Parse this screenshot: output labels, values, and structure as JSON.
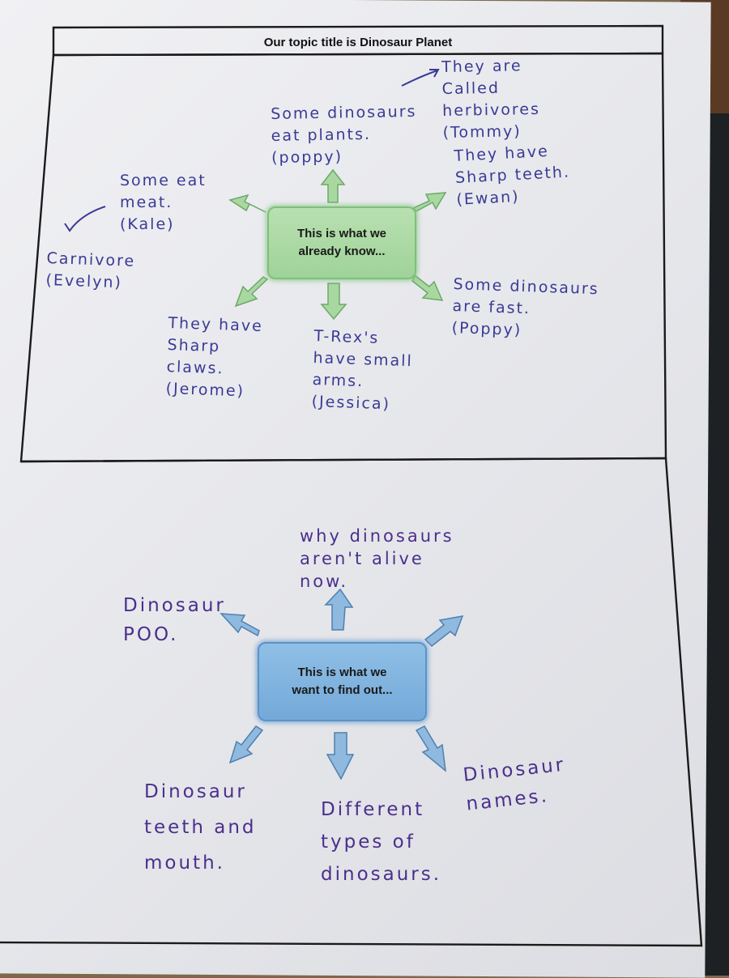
{
  "title": "Our topic title is Dinosaur Planet",
  "know_box": {
    "line1": "This is what we",
    "line2": "already know..."
  },
  "find_box": {
    "line1": "This is what we",
    "line2": "want to find out..."
  },
  "known_notes": [
    {
      "id": "plants",
      "text": "Some dinosaurs\neat plants.\n(poppy)"
    },
    {
      "id": "herbivores",
      "text": "They are\nCalled\nherbivores\n(Tommy)"
    },
    {
      "id": "teeth",
      "text": "They have\nSharp teeth.\n(Ewan)"
    },
    {
      "id": "meat",
      "text": "Some eat\nmeat.\n(Kale)"
    },
    {
      "id": "carnivore",
      "text": "Carnivore\n(Evelyn)"
    },
    {
      "id": "claws",
      "text": "They have\nSharp\nclaws.\n(Jerome)"
    },
    {
      "id": "arms",
      "text": "T-Rex's\nhave small\narms.\n(Jessica)"
    },
    {
      "id": "fast",
      "text": "Some dinosaurs\nare fast.\n(Poppy)"
    }
  ],
  "find_notes": [
    {
      "id": "alive",
      "text": "why dinosaurs\naren't alive\nnow."
    },
    {
      "id": "poo",
      "text": "Dinosaur\nPOO."
    },
    {
      "id": "teeth-mouth",
      "text": "Dinosaur\nteeth and\nmouth."
    },
    {
      "id": "types",
      "text": "Different\ntypes of\ndinosaurs."
    },
    {
      "id": "names",
      "text": "Dinosaur\nnames."
    }
  ],
  "colors": {
    "green_arrow": "#a8d8a0",
    "blue_arrow": "#8fb9de",
    "ink_blue": "#3a3a95",
    "ink_purple": "#4b2f8c"
  }
}
